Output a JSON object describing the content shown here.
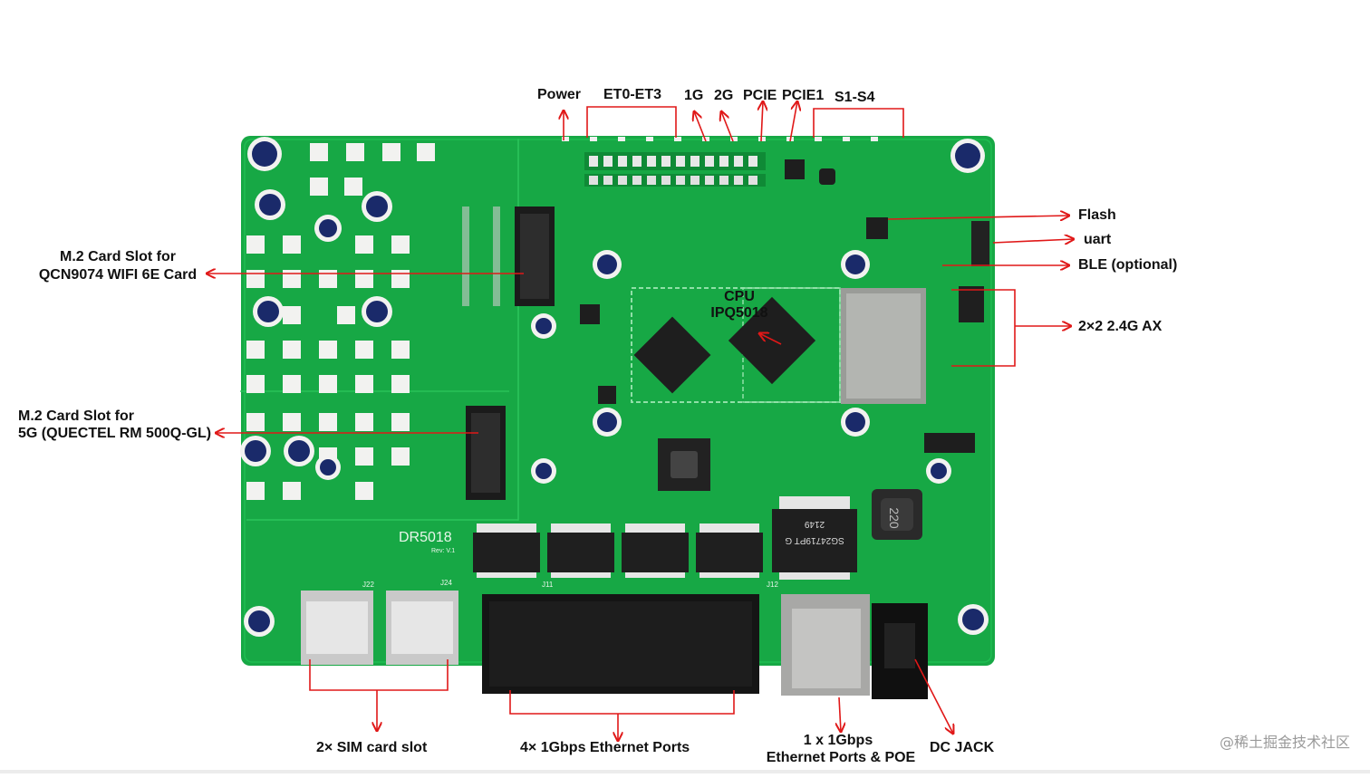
{
  "top_labels": {
    "power": "Power",
    "et": "ET0-ET3",
    "g1": "1G",
    "g2": "2G",
    "pcie": "PCIE",
    "pcie1": "PCIE1",
    "s": "S1-S4"
  },
  "left_labels": {
    "m2_wifi_line1": "M.2 Card Slot for",
    "m2_wifi_line2": "QCN9074  WIFI 6E Card",
    "m2_5g_line1": "M.2 Card Slot for",
    "m2_5g_line2": "5G (QUECTEL RM 500Q-GL)"
  },
  "right_labels": {
    "flash": "Flash",
    "uart": "uart",
    "ble": "BLE (optional)",
    "ax": "2×2  2.4G  AX"
  },
  "cpu_labels": {
    "line1": "CPU",
    "line2": "IPQ5018"
  },
  "bottom_labels": {
    "sim": "2× SIM card slot",
    "eth4": "4× 1Gbps Ethernet Ports",
    "eth1_line1": "1 x 1Gbps",
    "eth1_line2": "Ethernet Ports & POE",
    "dc": "DC JACK"
  },
  "board": {
    "model": "DR5018",
    "rev": "Rev: V.1",
    "inductor": "220",
    "transformer": "SG24719PT G",
    "transformer_code": "2149",
    "sim_left_ref": "J22",
    "sim_right_ref": "J24",
    "rj45_ref": "J11",
    "wan_ref": "J12"
  },
  "watermark": "@稀土掘金技术社区",
  "colors": {
    "pcb": "#17a845",
    "pcb_dark": "#0f8a36",
    "pad": "#f2f2f0",
    "hole": "#1a2a6a",
    "arrow": "#e01818",
    "chip": "#1e1e1e"
  }
}
